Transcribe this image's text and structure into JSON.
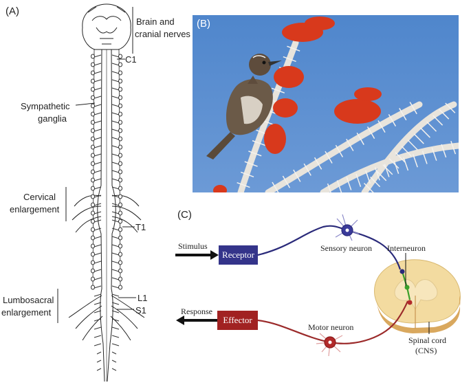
{
  "panel_a": {
    "label": "(A)",
    "brain_label_line1": "Brain and",
    "brain_label_line2": "cranial nerves",
    "c1": "C1",
    "sympathetic_line1": "Sympathetic",
    "sympathetic_line2": "ganglia",
    "cervical_line1": "Cervical",
    "cervical_line2": "enlargement",
    "t1": "T1",
    "lumbosacral_line1": "Lumbosacral",
    "lumbosacral_line2": "enlargement",
    "l1": "L1",
    "s1": "S1"
  },
  "panel_b": {
    "label": "(B)"
  },
  "panel_c": {
    "label": "(C)",
    "stimulus": "Stimulus",
    "receptor": "Receptor",
    "sensory_neuron": "Sensory neuron",
    "interneuron": "Interneuron",
    "response": "Response",
    "effector": "Effector",
    "motor_neuron": "Motor neuron",
    "spinal_cord_line1": "Spinal cord",
    "spinal_cord_line2": "(CNS)"
  },
  "colors": {
    "sensory_path": "#2a2a7a",
    "motor_path": "#9b2a2a",
    "interneuron": "#3aa02a",
    "receptor_box": "#34348a",
    "effector_box": "#a12222",
    "sky": "#5b8fd0",
    "flowers": "#d8391c"
  }
}
